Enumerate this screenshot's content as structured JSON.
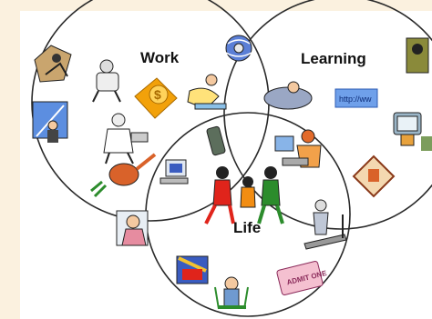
{
  "diagram": {
    "sets": [
      {
        "id": "work",
        "label": "Work"
      },
      {
        "id": "learning",
        "label": "Learning"
      },
      {
        "id": "life",
        "label": "Life"
      }
    ],
    "signs": {
      "web_sign": "http://ww",
      "ticket": "ADMIT ONE"
    },
    "colors": {
      "background": "#fbf1df",
      "panel": "#ffffff",
      "circle_stroke": "#2a2a2a",
      "money": "#f2a10a",
      "people": [
        "#e0241b",
        "#f28d12",
        "#2c8c2c"
      ]
    },
    "icons": [
      "money-icon",
      "globe-icon",
      "cellphone-icon",
      "computer-icon",
      "family-icon",
      "teacher-icon",
      "web-sign-icon",
      "tv-icon",
      "watering-can-icon",
      "ticket-icon",
      "clapperboard-icon",
      "gardener-icon",
      "treadmill-icon",
      "poster-icon"
    ]
  }
}
